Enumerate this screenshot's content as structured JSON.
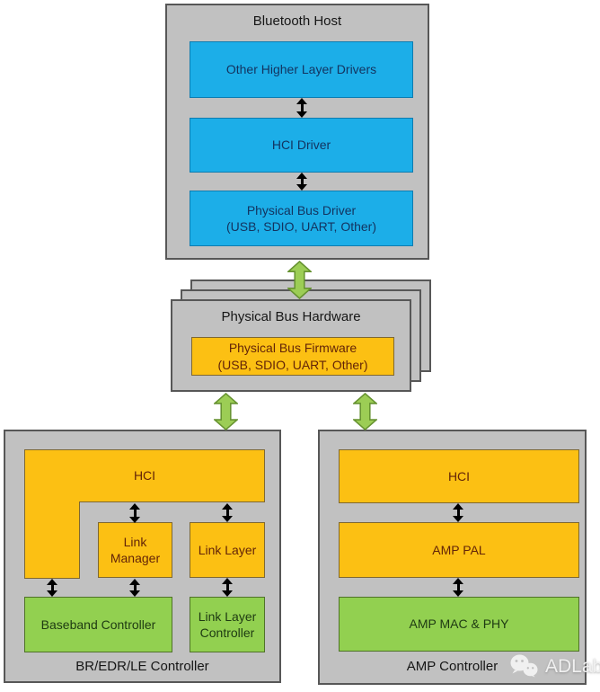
{
  "host": {
    "title": "Bluetooth Host",
    "box1": "Other Higher Layer Drivers",
    "box2": "HCI Driver",
    "box3": "Physical Bus Driver\n(USB, SDIO, UART, Other)"
  },
  "bus": {
    "title": "Physical Bus Hardware",
    "firmware": "Physical Bus Firmware\n(USB, SDIO, UART, Other)"
  },
  "bredr": {
    "label": "BR/EDR/LE Controller",
    "hci": "HCI",
    "link_manager": "Link\nManager",
    "link_layer": "Link Layer",
    "baseband": "Baseband Controller",
    "link_layer_controller": "Link Layer\nController"
  },
  "amp": {
    "label": "AMP Controller",
    "hci": "HCI",
    "pal": "AMP PAL",
    "mac_phy": "AMP MAC & PHY"
  },
  "watermark": {
    "label": "ADLab"
  },
  "colors": {
    "container_gray": "#c1c1c1",
    "container_border": "#575757",
    "cyan_fill": "#1caee8",
    "cyan_border": "#0d7cb0",
    "cyan_text": "#13335f",
    "orange_fill": "#fcc013",
    "orange_border": "#7f6830",
    "orange_text": "#632408",
    "green_fill": "#92d050",
    "green_border": "#4f7228",
    "green_text": "#1e3a12",
    "green_arrow_fill": "#9ccd55",
    "green_arrow_stroke": "#669230",
    "black_arrow": "#000000"
  }
}
